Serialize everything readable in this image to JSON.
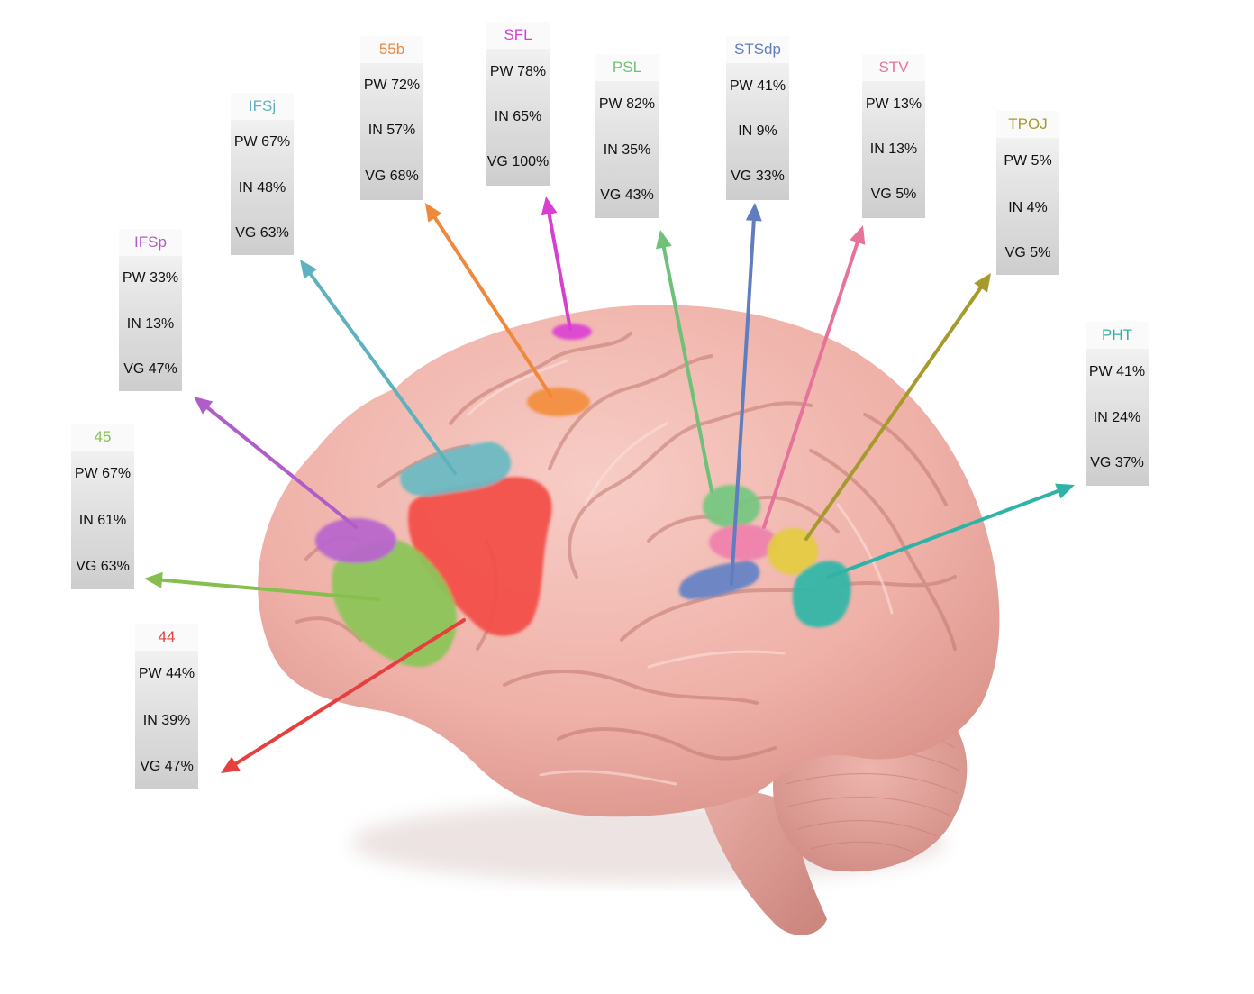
{
  "colors": {
    "brain": "#f1b6ad",
    "brain_shadow": "#d68f87",
    "cerebellum": "#e9a9a1",
    "stem": "#e2a19a"
  },
  "regions": {
    "ifsp": {
      "name": "IFSp",
      "color": "#b05cc9",
      "pw": "PW 33%",
      "in": "IN 13%",
      "vg": "VG 47%"
    },
    "ifsj": {
      "name": "IFSj",
      "color": "#5fb2bd",
      "pw": "PW 67%",
      "in": "IN 48%",
      "vg": "VG 63%"
    },
    "r55b": {
      "name": "55b",
      "color": "#f0883b",
      "pw": "PW 72%",
      "in": "IN 57%",
      "vg": "VG 68%"
    },
    "sfl": {
      "name": "SFL",
      "color": "#d63fcf",
      "pw": "PW 78%",
      "in": "IN 65%",
      "vg": "VG 100%"
    },
    "psl": {
      "name": "PSL",
      "color": "#6fc179",
      "pw": "PW 82%",
      "in": "IN 35%",
      "vg": "VG 43%"
    },
    "stsdp": {
      "name": "STSdp",
      "color": "#5f7dbf",
      "pw": "PW 41%",
      "in": "IN 9%",
      "vg": "VG 33%"
    },
    "stv": {
      "name": "STV",
      "color": "#e6739b",
      "pw": "PW 13%",
      "in": "IN 13%",
      "vg": "VG 5%"
    },
    "tpoj": {
      "name": "TPOJ",
      "color": "#a69a2c",
      "pw": "PW 5%",
      "in": "IN 4%",
      "vg": "VG 5%"
    },
    "pht": {
      "name": "PHT",
      "color": "#2fb3a6",
      "pw": "PW 41%",
      "in": "IN 24%",
      "vg": "VG 37%"
    },
    "a45": {
      "name": "45",
      "color": "#86bf4d",
      "pw": "PW 67%",
      "in": "IN 61%",
      "vg": "VG 63%"
    },
    "a44": {
      "name": "44",
      "color": "#e5403d",
      "pw": "PW 44%",
      "in": "IN 39%",
      "vg": "VG 47%"
    }
  }
}
